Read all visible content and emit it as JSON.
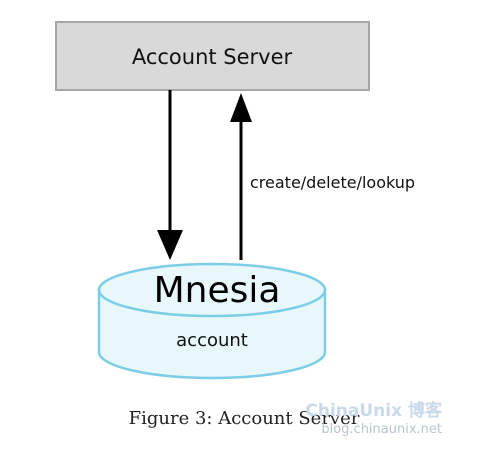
{
  "server": {
    "label": "Account Server"
  },
  "database": {
    "name": "Mnesia",
    "table": "account"
  },
  "edge_label": "create/delete/lookup",
  "caption": "Figure 3: Account Server",
  "watermark": {
    "brand": "ChinaUnix 博客",
    "url": "blog.chinaunix.net"
  },
  "colors": {
    "server_fill": "#d9d9d9",
    "server_stroke": "#a6a6a6",
    "db_fill": "#e8f7fa",
    "db_stroke": "#7ccde6",
    "arrow": "#000000"
  }
}
